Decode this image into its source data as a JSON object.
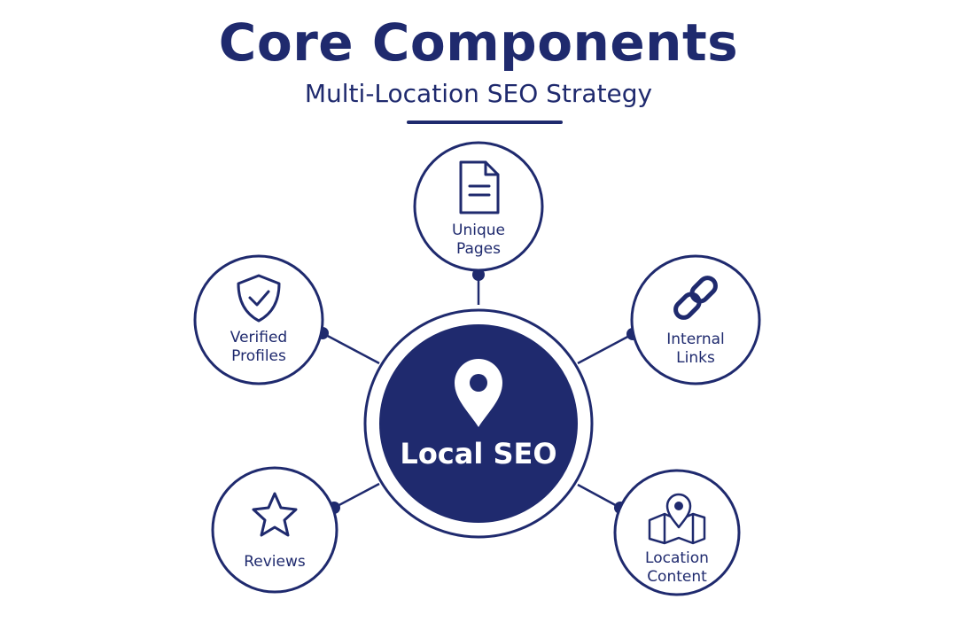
{
  "header": {
    "title": "Core Components",
    "subtitle": "Multi-Location SEO Strategy"
  },
  "hub": {
    "label": "Local SEO",
    "icon": "map-pin-icon"
  },
  "nodes": [
    {
      "id": "unique-pages",
      "line1": "Unique",
      "line2": "Pages",
      "icon": "document-icon"
    },
    {
      "id": "internal-links",
      "line1": "Internal",
      "line2": "Links",
      "icon": "link-icon"
    },
    {
      "id": "location-content",
      "line1": "Location",
      "line2": "Content",
      "icon": "map-location-icon"
    },
    {
      "id": "reviews",
      "line1": "Reviews",
      "line2": "",
      "icon": "star-icon"
    },
    {
      "id": "verified-profiles",
      "line1": "Verified",
      "line2": "Profiles",
      "icon": "shield-check-icon"
    }
  ],
  "colors": {
    "primary": "#1f2a6e",
    "background": "#ffffff",
    "hub_text": "#ffffff"
  }
}
